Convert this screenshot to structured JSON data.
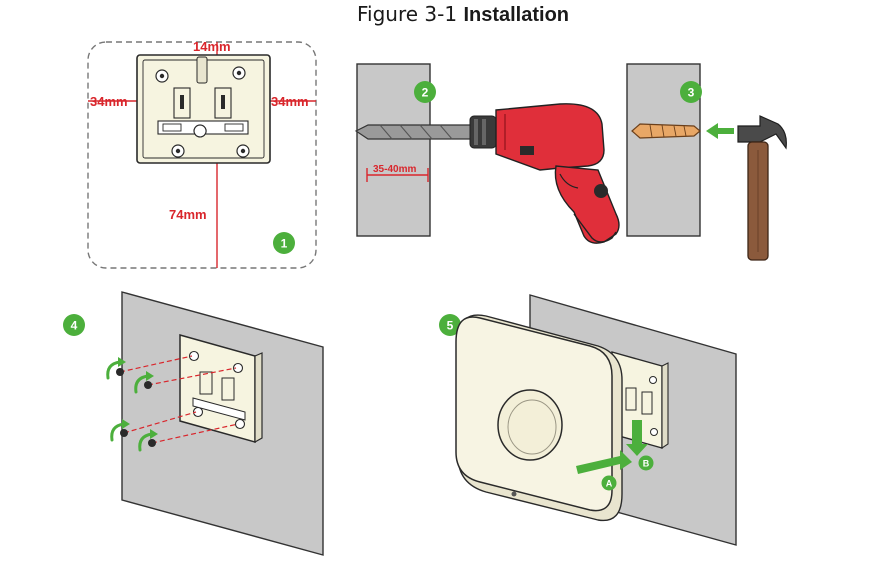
{
  "figure": {
    "number": "Figure 3-1",
    "title": "Installation"
  },
  "dimensions": {
    "top": "14mm",
    "left": "34mm",
    "right": "34mm",
    "bottom": "74mm",
    "drill_depth": "35-40mm"
  },
  "steps": [
    "1",
    "2",
    "3",
    "4",
    "5"
  ],
  "callouts": {
    "a": "A",
    "b": "B"
  },
  "colors": {
    "step_badge": "#4caf3c",
    "dimension": "#d9262c",
    "wall": "#c8c8c8",
    "drill_body": "#e02f3a",
    "anchor": "#e8a766",
    "hammer_handle": "#8b5a3c",
    "device": "#f7f4e3"
  },
  "icons": [
    "drill-icon",
    "hammer-icon",
    "wall-anchor-icon",
    "screw-icon",
    "arrow-icon",
    "mounting-plate-icon",
    "access-point-icon"
  ]
}
